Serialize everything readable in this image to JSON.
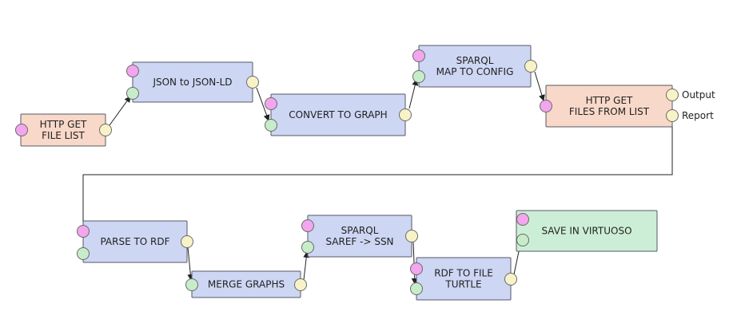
{
  "colors": {
    "blue": "#cdd6f3",
    "salmon": "#f8d8c8",
    "green": "#cdeed6",
    "port_pink": "#f3a6ee",
    "port_green": "#c7ecc9",
    "port_yellow": "#f8f3c6",
    "edge": "#222222"
  },
  "nodes": [
    {
      "id": "http-get-file-list",
      "lines": [
        "HTTP GET",
        "FILE LIST"
      ],
      "fill": "salmon"
    },
    {
      "id": "json-to-json-ld",
      "lines": [
        "JSON to JSON-LD"
      ],
      "fill": "blue"
    },
    {
      "id": "convert-to-graph",
      "lines": [
        "CONVERT TO GRAPH"
      ],
      "fill": "blue"
    },
    {
      "id": "sparql-map-to-config",
      "lines": [
        "SPARQL",
        "MAP TO CONFIG"
      ],
      "fill": "blue"
    },
    {
      "id": "http-get-files-from-list",
      "lines": [
        "HTTP GET",
        "FILES FROM LIST"
      ],
      "fill": "salmon",
      "outputs": [
        "Output",
        "Report"
      ]
    },
    {
      "id": "parse-to-rdf",
      "lines": [
        "PARSE TO RDF"
      ],
      "fill": "blue"
    },
    {
      "id": "merge-graphs",
      "lines": [
        "MERGE GRAPHS"
      ],
      "fill": "blue"
    },
    {
      "id": "sparql-saref-ssn",
      "lines": [
        "SPARQL",
        "SAREF -> SSN"
      ],
      "fill": "blue"
    },
    {
      "id": "rdf-to-file-turtle",
      "lines": [
        "RDF TO FILE",
        "TURTLE"
      ],
      "fill": "blue"
    },
    {
      "id": "save-in-virtuoso",
      "lines": [
        "SAVE IN VIRTUOSO"
      ],
      "fill": "green"
    }
  ],
  "edges": [
    {
      "from": "http-get-file-list",
      "to": "json-to-json-ld"
    },
    {
      "from": "json-to-json-ld",
      "to": "convert-to-graph"
    },
    {
      "from": "convert-to-graph",
      "to": "sparql-map-to-config"
    },
    {
      "from": "sparql-map-to-config",
      "to": "http-get-files-from-list"
    },
    {
      "from": "http-get-files-from-list",
      "to": "parse-to-rdf"
    },
    {
      "from": "parse-to-rdf",
      "to": "merge-graphs"
    },
    {
      "from": "merge-graphs",
      "to": "sparql-saref-ssn"
    },
    {
      "from": "sparql-saref-ssn",
      "to": "rdf-to-file-turtle"
    },
    {
      "from": "rdf-to-file-turtle",
      "to": "save-in-virtuoso"
    }
  ]
}
